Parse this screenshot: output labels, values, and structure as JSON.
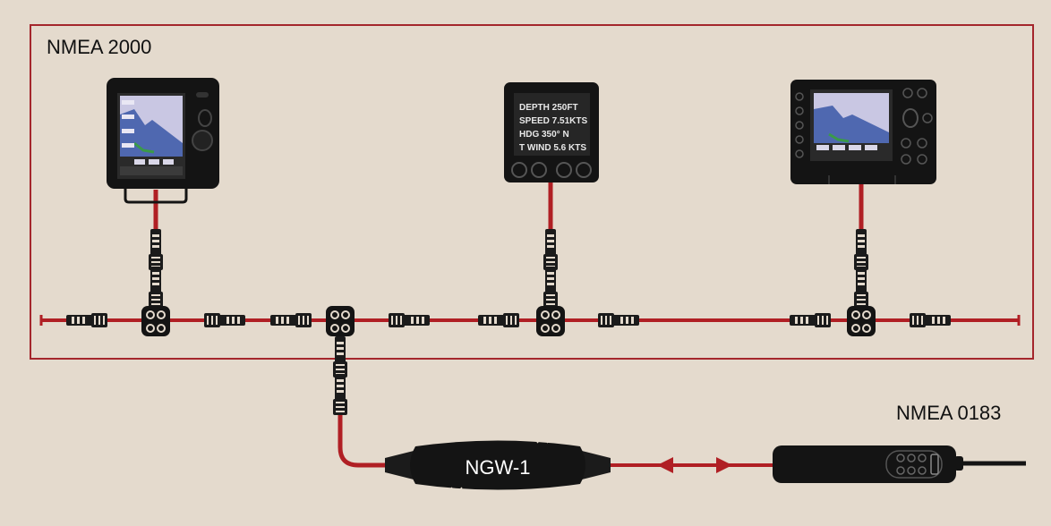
{
  "diagram": {
    "network_label": "NMEA 2000",
    "legacy_label": "NMEA 0183",
    "gateway_label": "NGW-1",
    "instrument_readout": [
      "DEPTH 250FT",
      "SPEED 7.51KTS",
      "HDG  350°  N",
      "T WIND 5.6 KTS"
    ]
  },
  "colors": {
    "background": "#e4dacd",
    "frame": "#a4262c",
    "cable": "#b01f24",
    "device": "#141414",
    "connector": "#1b1b1b",
    "map_water": "#c9c7e3",
    "map_land": "#4f68b0"
  }
}
